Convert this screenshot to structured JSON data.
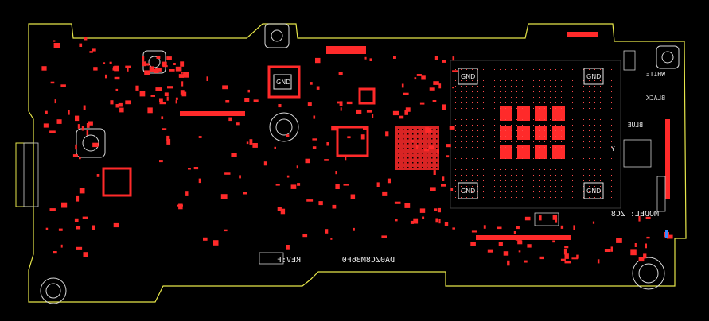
{
  "labels": {
    "gnd": "GND",
    "white": "WHITE",
    "black": "BLACK",
    "blue": "BLUE",
    "y": "Y",
    "model": "MODEL: ZC8",
    "part_no": "DA0ZC8MB6F0",
    "rev": "REV:F"
  },
  "colors": {
    "background": "#000000",
    "outline": "#e6e64a",
    "pad": "#ff2a2a",
    "silk": "#e8e8e8",
    "blue_pad": "#3a8cff"
  }
}
